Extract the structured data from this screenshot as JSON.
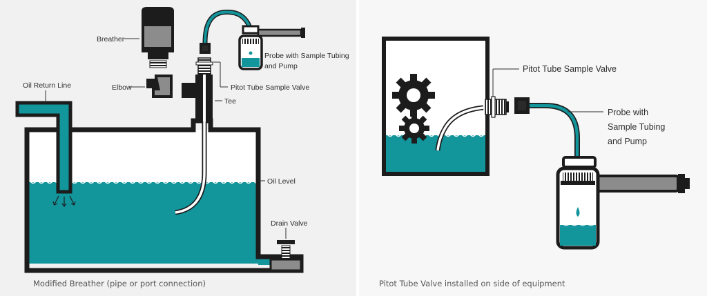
{
  "colors": {
    "teal": "#13959c",
    "teal_dark": "#0c6d72",
    "outline": "#1c1c1c",
    "gray": "#8c8c8c",
    "panel_left": "#f1f1f1",
    "panel_right": "#f7f7f7",
    "divider": "#ffffff"
  },
  "left": {
    "labels": {
      "breather": "Breather",
      "probe": [
        "Probe with Sample Tubing",
        "and Pump"
      ],
      "oil_return": "Oil Return Line",
      "elbow": "Elbow",
      "pitot": "Pitot Tube Sample Valve",
      "tee": "Tee",
      "oil_level": "Oil Level",
      "drain": "Drain Valve"
    },
    "caption": "Modified Breather (pipe or port connection)"
  },
  "right": {
    "labels": {
      "pitot": "Pitot Tube Sample Valve",
      "probe": [
        "Probe with",
        "Sample Tubing",
        "and Pump"
      ]
    },
    "caption": "Pitot Tube Valve installed on side of equipment"
  }
}
